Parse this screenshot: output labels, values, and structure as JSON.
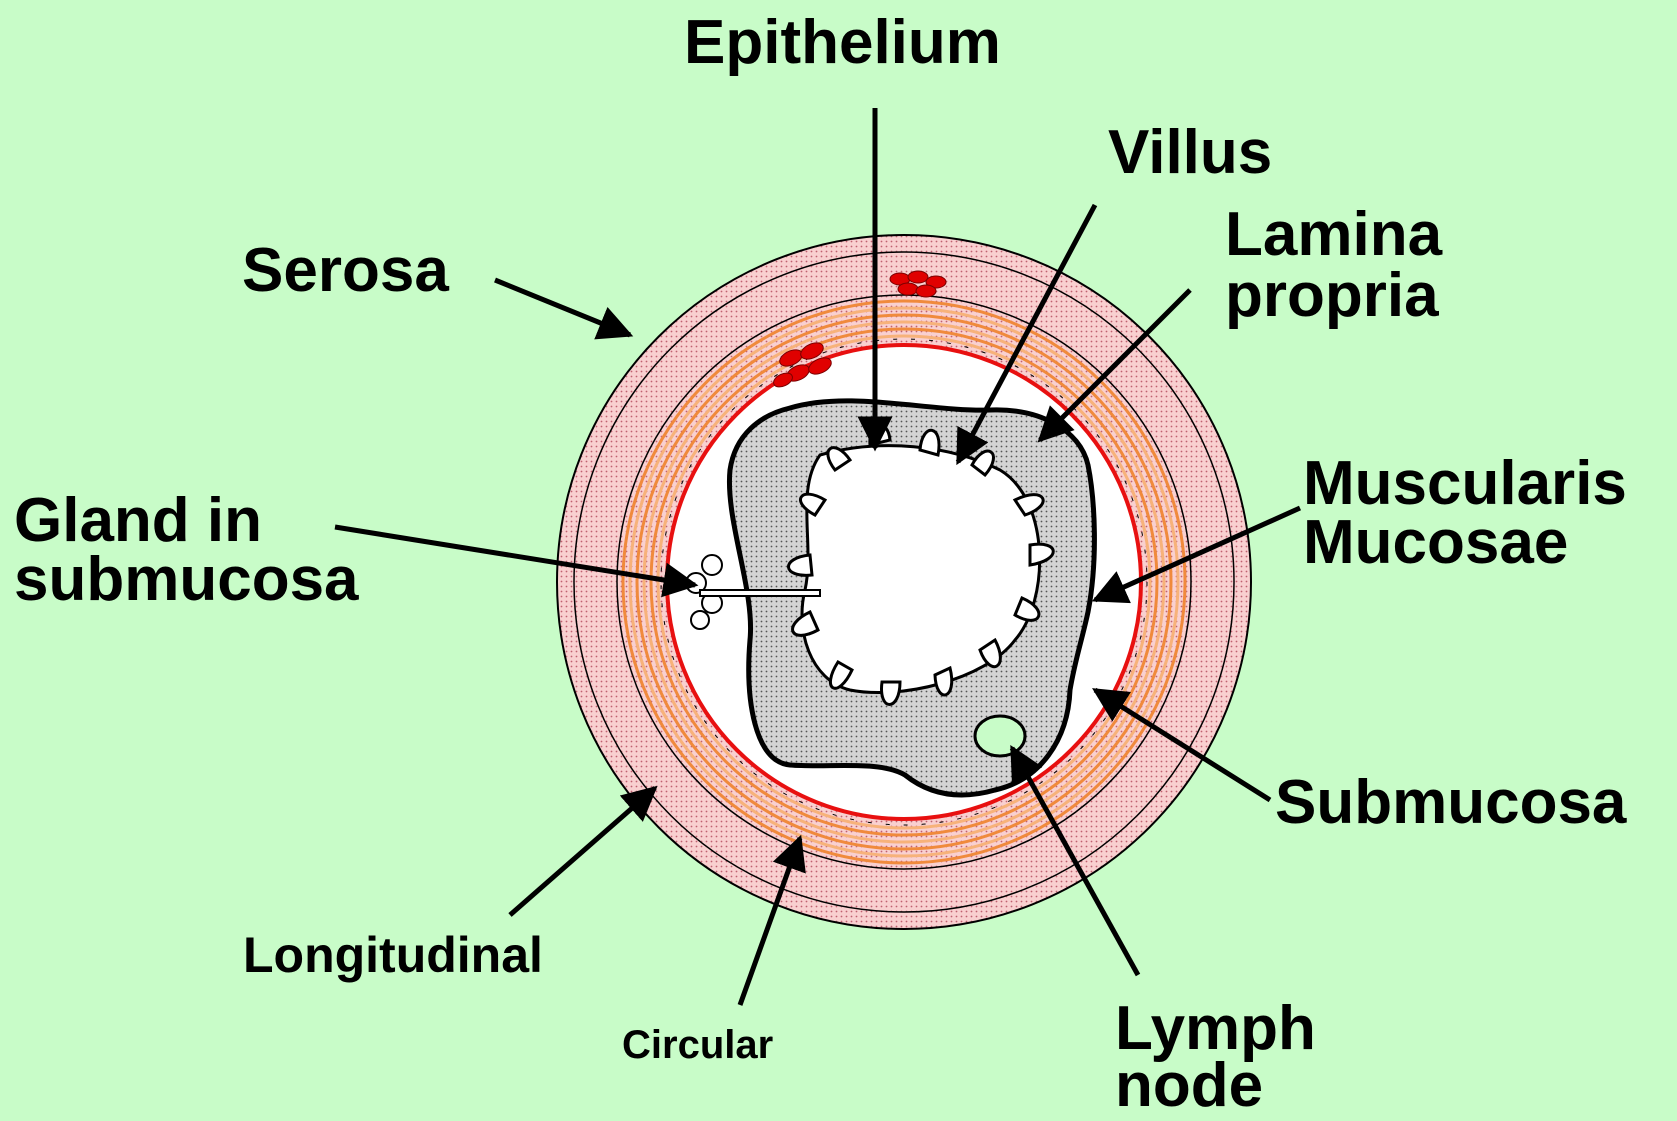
{
  "labels": {
    "epithelium": "Epithelium",
    "villus": "Villus",
    "lamina_propria": [
      "Lamina",
      "propria"
    ],
    "serosa": "Serosa",
    "gland": [
      "Gland in",
      "submucosa"
    ],
    "muscularis_mucosae": [
      "Muscularis",
      "Mucosae"
    ],
    "submucosa": "Submucosa",
    "longitudinal": "Longitudinal",
    "circular": "Circular",
    "lymph_node": [
      "Lymph",
      "node"
    ]
  },
  "colors": {
    "background": "#c8fcc8",
    "serosa_layer": "#f7c6c6",
    "muscle_band": "#f08a3c",
    "mucosa_border": "#e81010",
    "blood_vessel": "#e00000",
    "mucosa_fill": "#c4c4c4",
    "lymph_node": "#c8fcc8"
  }
}
